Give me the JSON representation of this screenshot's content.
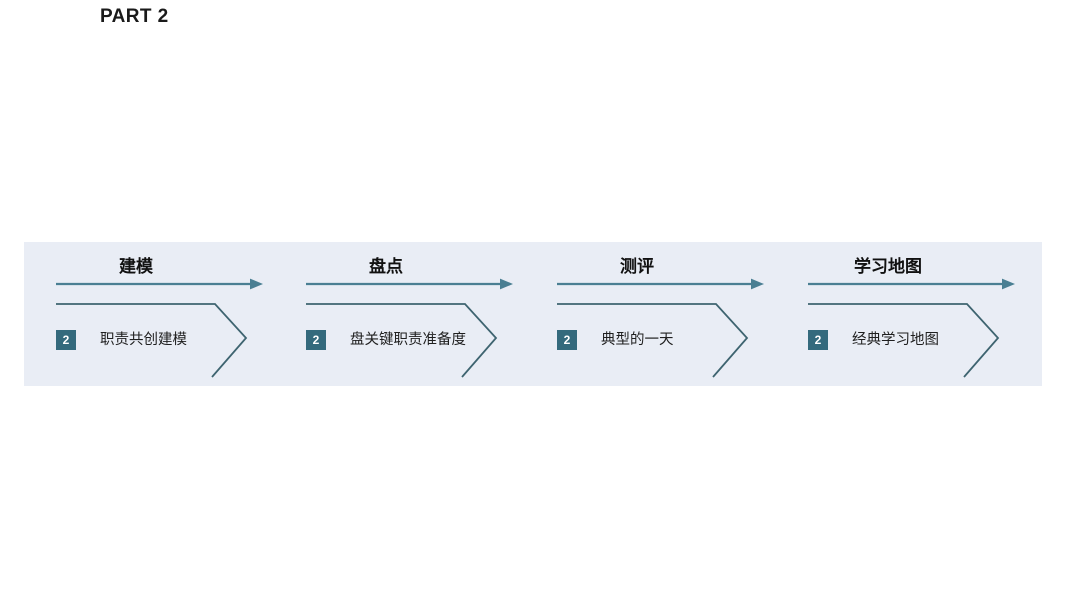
{
  "slide": {
    "part_title": "PART 2",
    "background_color": "#ffffff",
    "panel_color": "#e9edf5",
    "accent_color": "#346a7d",
    "arrow_color": "#4a7f93",
    "chevron_color": "#3e6470"
  },
  "process": {
    "steps": [
      {
        "title": "建模",
        "badge": "2",
        "label": "职责共创建模"
      },
      {
        "title": "盘点",
        "badge": "2",
        "label": "盘关键职责准备度"
      },
      {
        "title": "测评",
        "badge": "2",
        "label": "典型的一天"
      },
      {
        "title": "学习地图",
        "badge": "2",
        "label": "经典学习地图"
      }
    ]
  }
}
